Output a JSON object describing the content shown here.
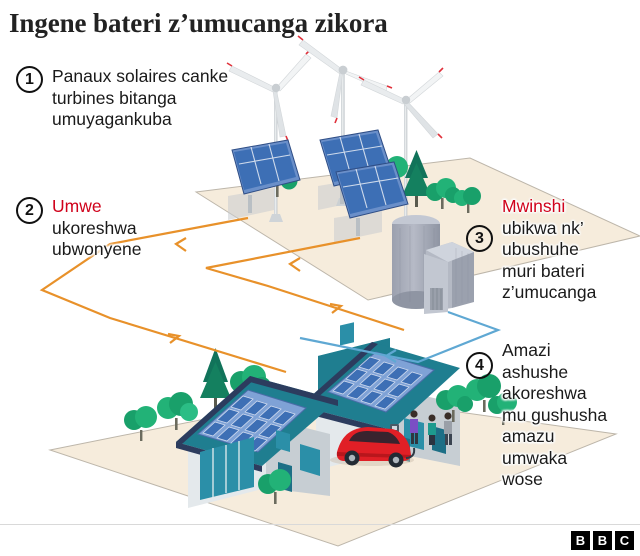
{
  "title": "Ingene bateri z’umucanga zikora",
  "callouts": [
    {
      "number": "1",
      "lines": [
        "Panaux solaires canke",
        "turbines bitanga",
        "umuyagankuba"
      ],
      "highlight": null
    },
    {
      "number": "2",
      "lines": [
        "ukoreshwa",
        "ubwonyene"
      ],
      "highlight": "Umwe"
    },
    {
      "number": "3",
      "lines": [
        "ubikwa nk’",
        "ubushuhe",
        "muri bateri",
        "z’umucanga"
      ],
      "highlight": "Mwinshi"
    },
    {
      "number": "4",
      "lines": [
        "Amazi",
        "ashushe",
        "akoreshwa",
        "mu gushusha",
        "amazu",
        "umwaka",
        "wose"
      ],
      "highlight": null
    }
  ],
  "brand": {
    "letters": [
      "B",
      "B",
      "C"
    ]
  },
  "colors": {
    "highlight_red": "#d0021b",
    "text_dark": "#1a1a1a",
    "flow_electric_orange": "#e8912a",
    "flow_heat_blue": "#5fa8d3",
    "ground_beige": "#f6ecdc",
    "ground_edge": "#b9b2a6",
    "solar_panel_blue": "#3d6fb5",
    "roof_teal": "#1f7e90",
    "wall_grey": "#d8dde0",
    "silo_grey": "#a9aebb",
    "car_red": "#e01f26",
    "tree_green": "#19a06a",
    "tree_dark_green": "#11735a",
    "turbine_white": "#e9ecee",
    "turbine_tip_red": "#e0303a",
    "bbc_black": "#000000"
  },
  "scene": {
    "upper_platform_label": "renewable-generation-ground",
    "lower_platform_label": "residential-ground",
    "turbine_count": 3,
    "solar_array_count": 3,
    "house_count": 2,
    "people_count": 3,
    "vehicle": "electric-car-charging",
    "storage": "sand-battery-silo"
  }
}
